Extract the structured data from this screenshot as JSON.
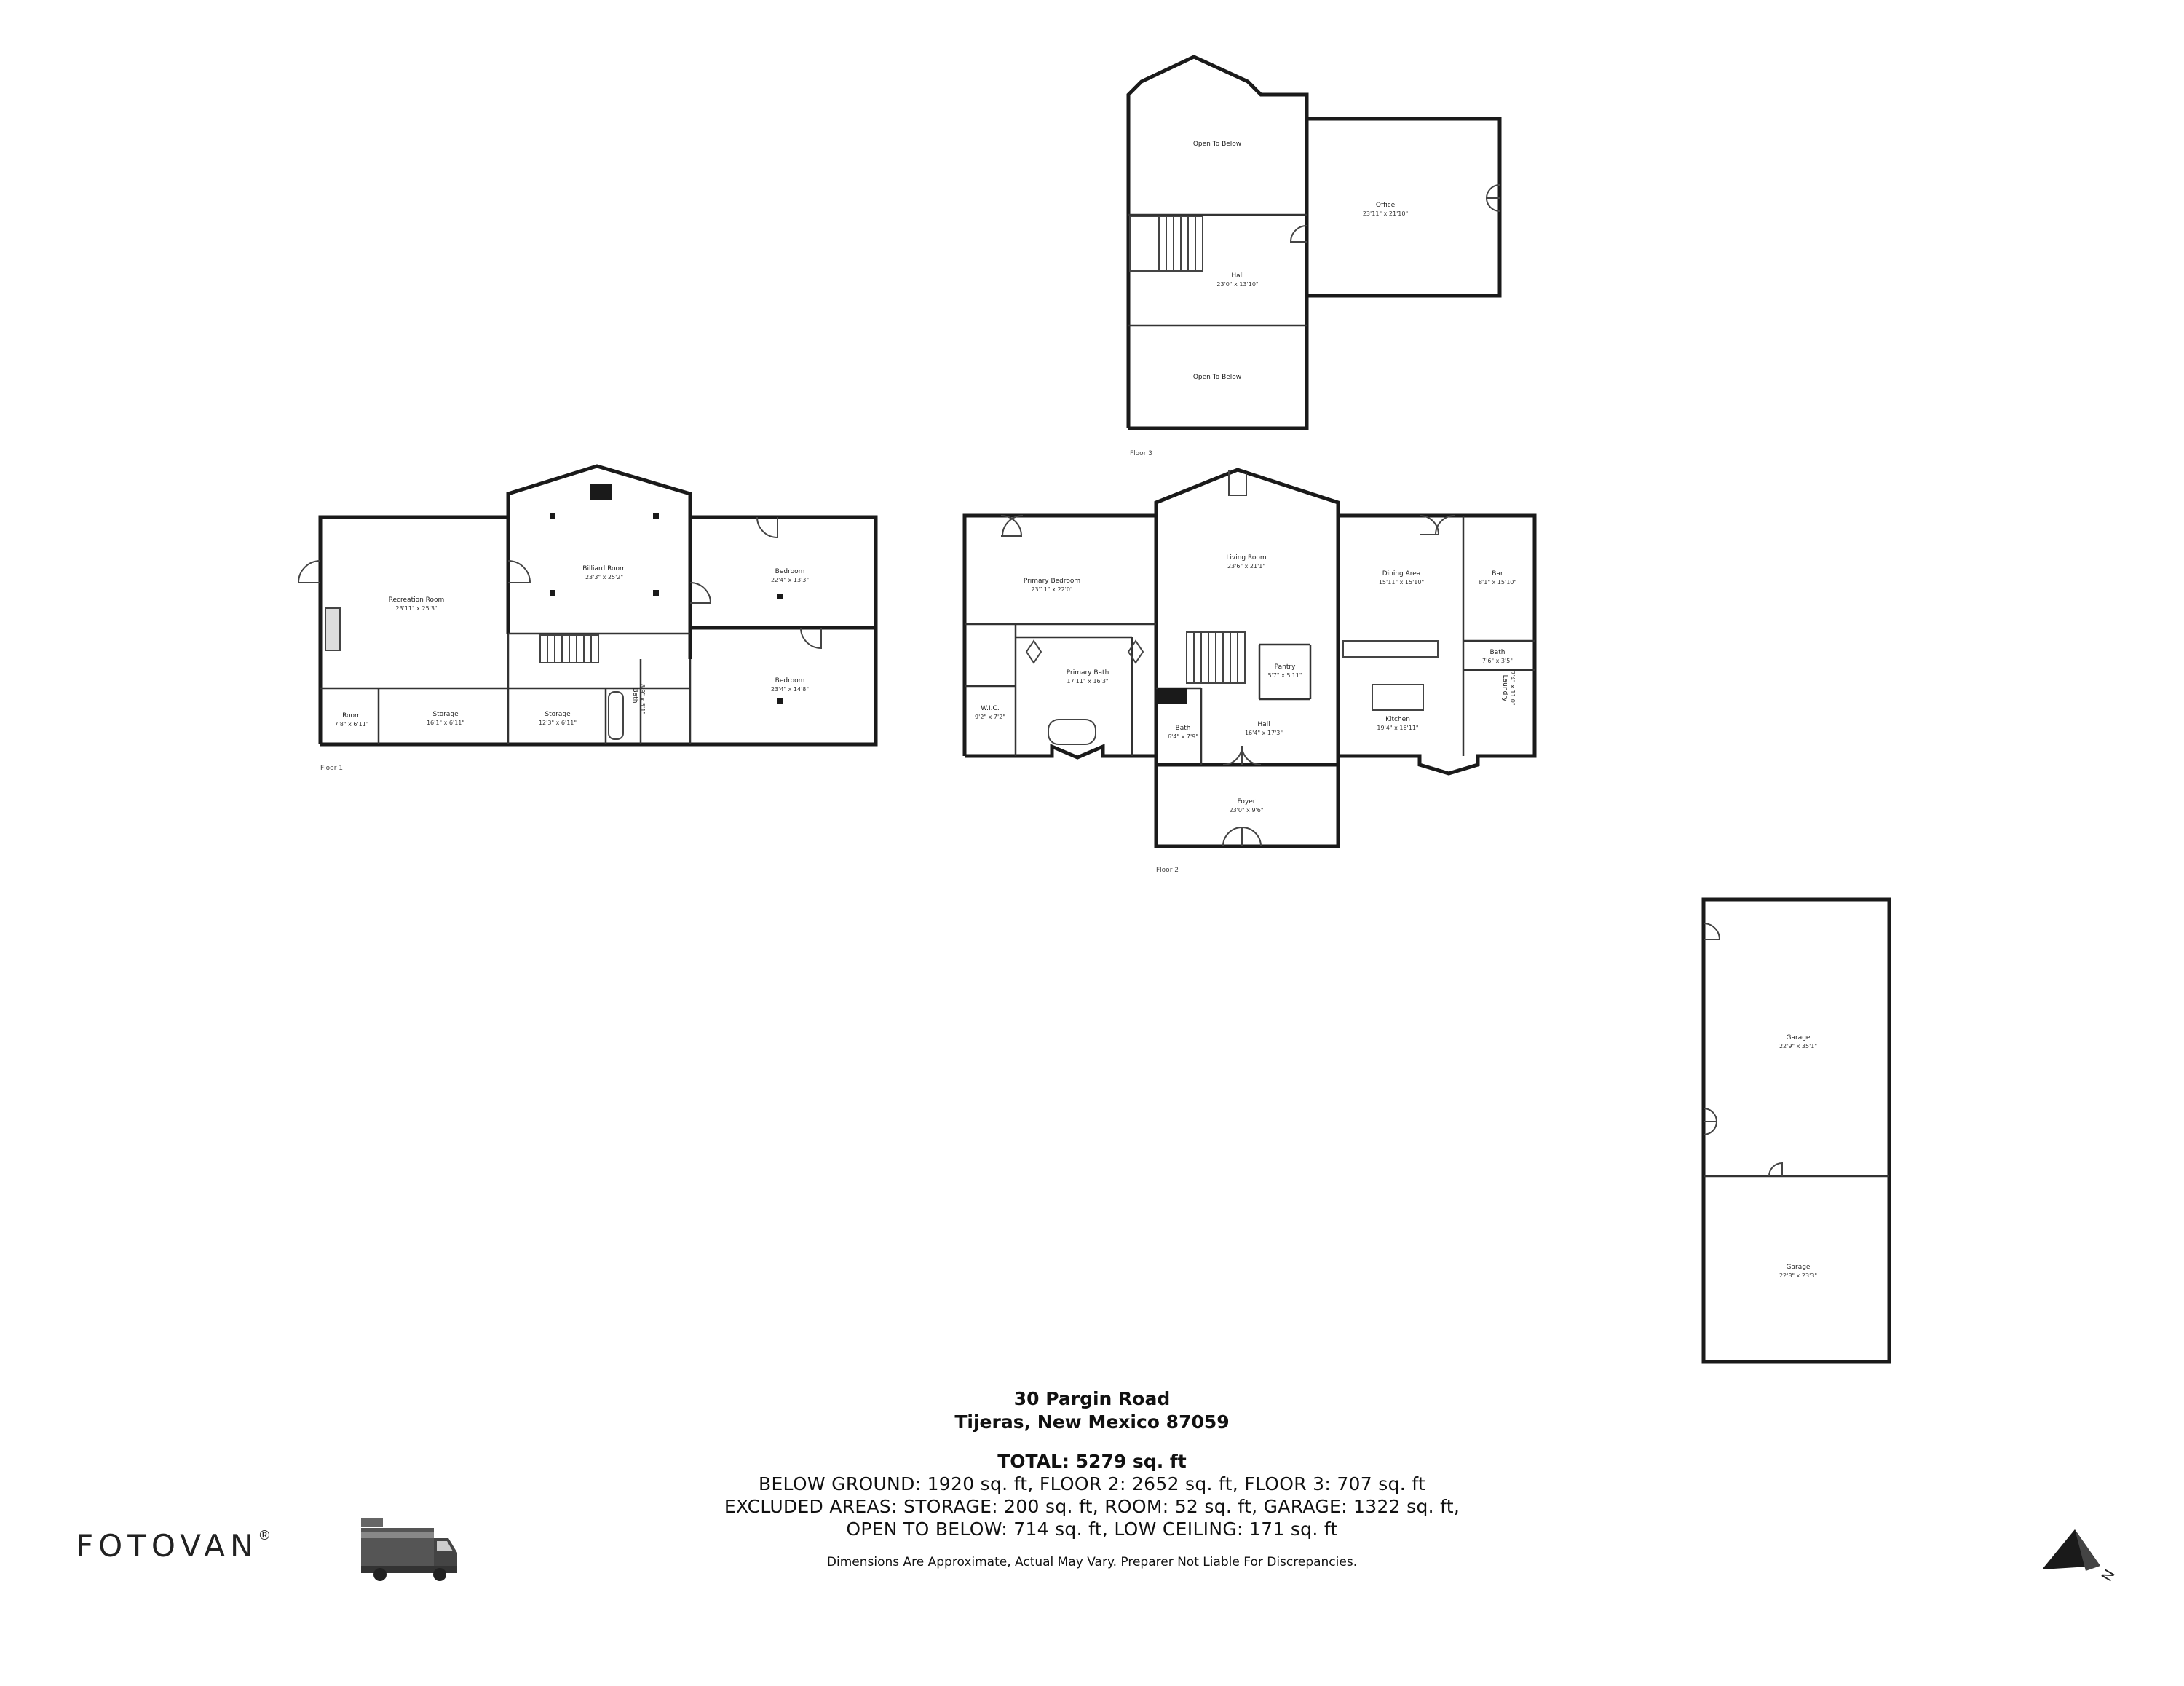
{
  "address": {
    "line1": "30 Pargin Road",
    "line2": "Tijeras, New Mexico 87059"
  },
  "totals": {
    "total": "TOTAL: 5279 sq. ft",
    "line1": "BELOW GROUND: 1920 sq. ft, FLOOR 2: 2652 sq. ft, FLOOR 3: 707 sq. ft",
    "line2": "EXCLUDED AREAS: STORAGE: 200 sq. ft, ROOM: 52 sq. ft, GARAGE: 1322 sq. ft,",
    "line3": "OPEN TO BELOW: 714 sq. ft, LOW CEILING: 171 sq. ft"
  },
  "disclaimer": "Dimensions Are Approximate, Actual May Vary. Preparer Not Liable For Discrepancies.",
  "brand": {
    "name": "FOTOVAN",
    "mark": "®"
  },
  "compass": {
    "label": "N"
  },
  "floors": {
    "floor1": {
      "label": "Floor 1",
      "rooms": {
        "recreation": {
          "name": "Recreation Room",
          "dim": "23'11\" x 25'3\""
        },
        "billiard": {
          "name": "Billiard Room",
          "dim": "23'3\" x 25'2\""
        },
        "bedroom_a": {
          "name": "Bedroom",
          "dim": "22'4\" x 13'3\""
        },
        "bedroom_b": {
          "name": "Bedroom",
          "dim": "23'4\" x 14'8\""
        },
        "room": {
          "name": "Room",
          "dim": "7'8\" x 6'11\""
        },
        "storage_a": {
          "name": "Storage",
          "dim": "16'1\" x 6'11\""
        },
        "storage_b": {
          "name": "Storage",
          "dim": "12'3\" x 6'11\""
        },
        "bath": {
          "name": "Bath",
          "dim": "8'9\" x 5'1\""
        }
      }
    },
    "floor2": {
      "label": "Floor 2",
      "rooms": {
        "primary_bedroom": {
          "name": "Primary Bedroom",
          "dim": "23'11\" x 22'0\""
        },
        "living": {
          "name": "Living Room",
          "dim": "23'6\" x 21'1\""
        },
        "dining": {
          "name": "Dining Area",
          "dim": "15'11\" x 15'10\""
        },
        "bar": {
          "name": "Bar",
          "dim": "8'1\" x 15'10\""
        },
        "primary_bath": {
          "name": "Primary Bath",
          "dim": "17'11\" x 16'3\""
        },
        "wic": {
          "name": "W.I.C.",
          "dim": "9'2\" x 7'2\""
        },
        "bath_a": {
          "name": "Bath",
          "dim": "6'4\" x 7'9\""
        },
        "hall": {
          "name": "Hall",
          "dim": "16'4\" x 17'3\""
        },
        "pantry": {
          "name": "Pantry",
          "dim": "5'7\" x 5'11\""
        },
        "kitchen": {
          "name": "Kitchen",
          "dim": "19'4\" x 16'11\""
        },
        "bath_b": {
          "name": "Bath",
          "dim": "7'6\" x 3'5\""
        },
        "laundry": {
          "name": "Laundry",
          "dim": "7'4\" x 11'0\""
        },
        "foyer": {
          "name": "Foyer",
          "dim": "23'0\" x 9'6\""
        }
      }
    },
    "floor3": {
      "label": "Floor 3",
      "rooms": {
        "open_top": {
          "name": "Open To Below"
        },
        "office": {
          "name": "Office",
          "dim": "23'11\" x 21'10\""
        },
        "hall": {
          "name": "Hall",
          "dim": "23'0\" x 13'10\""
        },
        "open_bottom": {
          "name": "Open To Below"
        }
      }
    },
    "garage": {
      "rooms": {
        "garage_a": {
          "name": "Garage",
          "dim": "22'9\" x 35'1\""
        },
        "garage_b": {
          "name": "Garage",
          "dim": "22'8\" x 23'3\""
        }
      }
    }
  }
}
